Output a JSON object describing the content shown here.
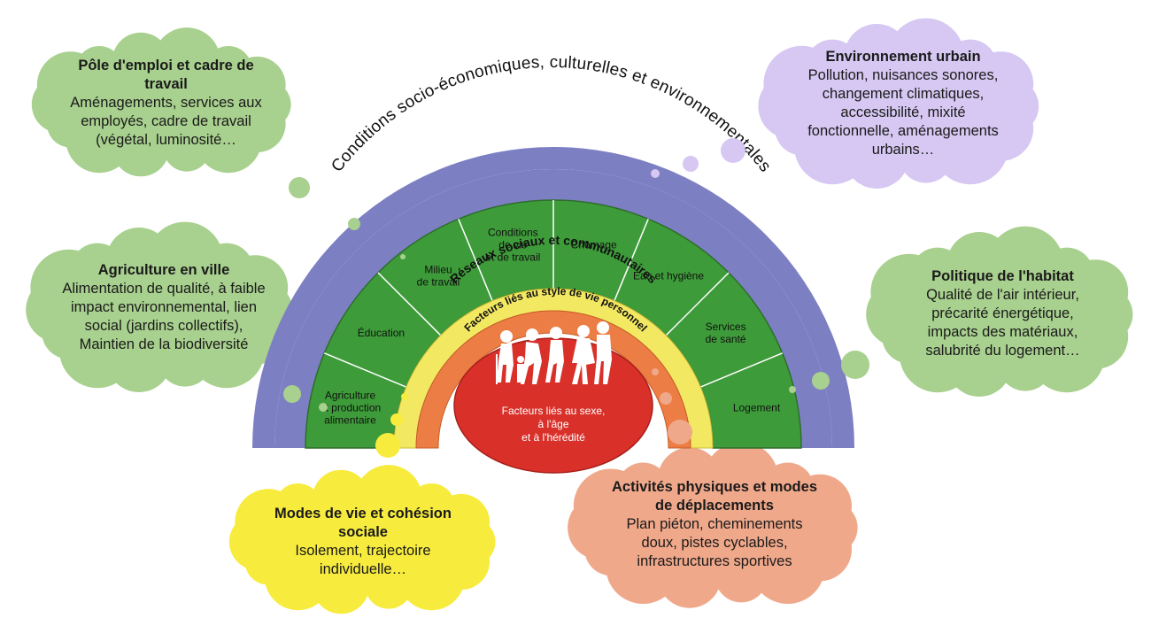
{
  "colors": {
    "outer_ring": "#7d7fc3",
    "green_ring": "#3e9b3a",
    "green_lines": "#ffffff",
    "yellow_ring": "#f3e862",
    "orange_ring": "#ec7d45",
    "center": "#d9312a",
    "cloud_green": "#a8d08e",
    "cloud_purple": "#d6c8f2",
    "cloud_yellow": "#f7ec3d",
    "cloud_salmon": "#f0a88a"
  },
  "rings": {
    "outer_label": "Conditions socio-économiques, culturelles et environnementales",
    "yellow_label": "Réseaux sociaux et communautaires",
    "orange_label": "Facteurs liés au style de vie personnel",
    "center_label": [
      "Facteurs liés au sexe,",
      "à l'âge",
      "et à l'hérédité"
    ]
  },
  "segments": [
    {
      "lines": [
        "Agriculture",
        "et production",
        "alimentaire"
      ]
    },
    {
      "lines": [
        "Éducation"
      ]
    },
    {
      "lines": [
        "Milieu",
        "de travail"
      ]
    },
    {
      "lines": [
        "Conditions",
        "de vie",
        "et de travail"
      ]
    },
    {
      "lines": [
        "Chômage"
      ]
    },
    {
      "lines": [
        "Eau et hygiène"
      ]
    },
    {
      "lines": [
        "Services",
        "de santé"
      ]
    },
    {
      "lines": [
        "Logement"
      ]
    }
  ],
  "clouds": {
    "emploi": {
      "title": "Pôle d'emploi et cadre de travail",
      "title_lines": [
        "Pôle d'emploi et cadre de",
        "travail"
      ],
      "body_lines": [
        "Aménagements, services aux",
        "employés, cadre de travail",
        "(végétal, luminosité…"
      ]
    },
    "environnement": {
      "title_lines": [
        "Environnement urbain"
      ],
      "body_lines": [
        "Pollution, nuisances sonores,",
        "changement climatiques,",
        "accessibilité, mixité",
        "fonctionnelle, aménagements",
        "urbains…"
      ]
    },
    "agriculture": {
      "title_lines": [
        "Agriculture en ville"
      ],
      "body_lines": [
        "Alimentation de qualité, à faible",
        "impact environnemental, lien",
        "social (jardins collectifs),",
        "Maintien de la biodiversité"
      ]
    },
    "habitat": {
      "title_lines": [
        "Politique de l'habitat"
      ],
      "body_lines": [
        "Qualité de l'air intérieur,",
        "précarité énergétique,",
        "impacts des matériaux,",
        "salubrité du logement…"
      ]
    },
    "modes_vie": {
      "title_lines": [
        "Modes de vie et cohésion",
        "sociale"
      ],
      "body_lines": [
        "Isolement, trajectoire",
        "individuelle…"
      ]
    },
    "activites": {
      "title_lines": [
        "Activités physiques et modes",
        "de déplacements"
      ],
      "body_lines": [
        "Plan piéton, cheminements",
        "doux, pistes cyclables,",
        "infrastructures sportives"
      ]
    }
  }
}
